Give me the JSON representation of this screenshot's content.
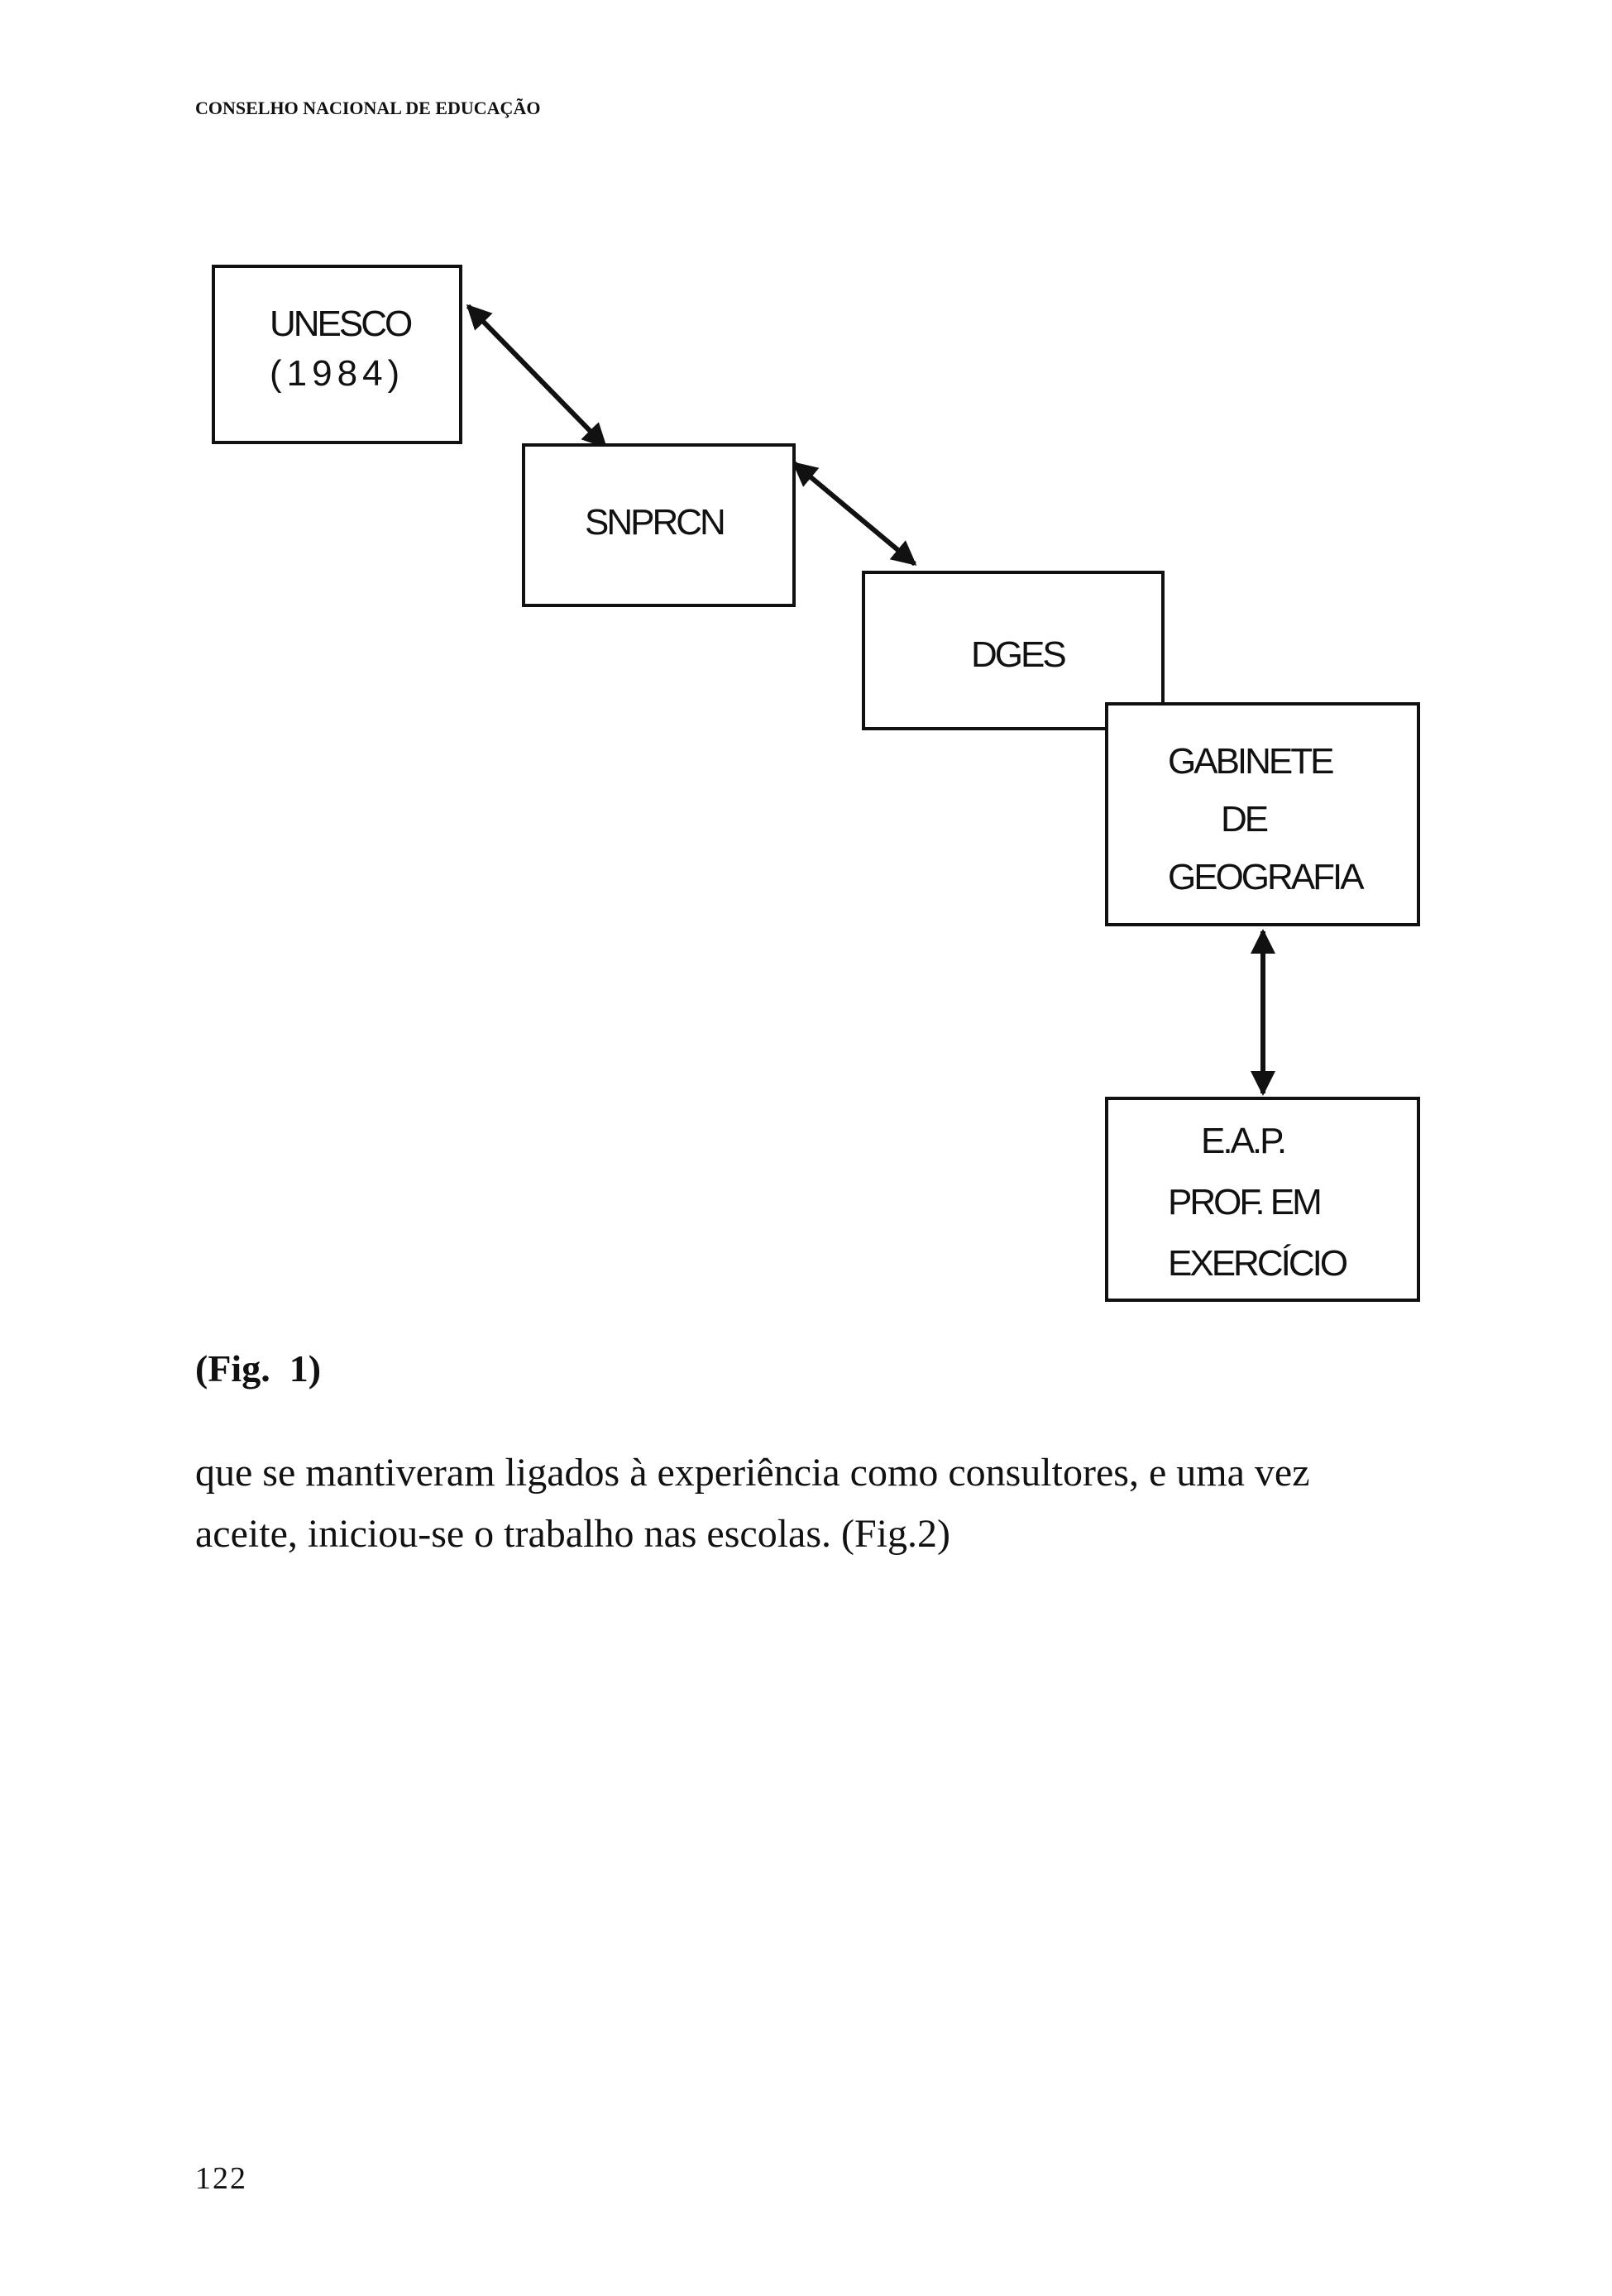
{
  "header": {
    "title": "CONSELHO NACIONAL DE EDUCAÇÃO"
  },
  "diagram": {
    "unesco": {
      "line1": "UNESCO",
      "line2": "(1984)"
    },
    "snprcn": {
      "label": "SNPRCN"
    },
    "dges": {
      "label": "DGES"
    },
    "gabinete": {
      "line1": "GABINETE",
      "line2": "DE",
      "line3": "GEOGRAFIA"
    },
    "eap": {
      "line1": "E.A.P.",
      "line2": "PROF. EM",
      "line3": "EXERCÍCIO"
    }
  },
  "caption": "(Fig.  1)",
  "body": {
    "line1": "que se mantiveram ligados à experiência como consultores, e uma vez",
    "line2": "aceite, iniciou-se o trabalho nas escolas. (Fig.2)"
  },
  "page_number": "122"
}
